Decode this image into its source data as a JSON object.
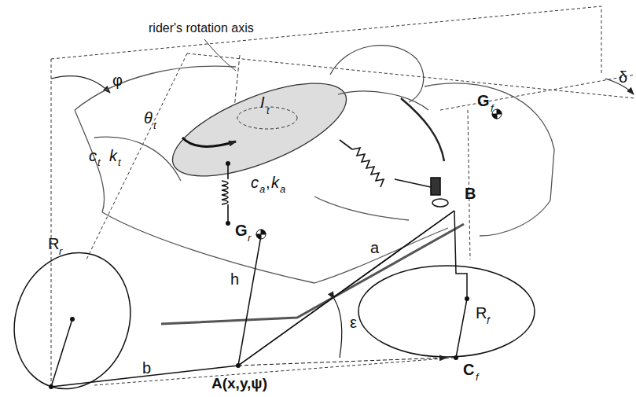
{
  "diagram": {
    "labels": [
      "rider's rotation axis",
      "φ",
      "δ",
      "I",
      "t",
      "θ",
      "t",
      "c",
      "t",
      "k",
      "t",
      "c",
      "a",
      ",",
      "k",
      "a",
      "G",
      "r",
      "G",
      "f",
      "B",
      "a",
      "h",
      "b",
      "ε",
      "R",
      "r",
      "R",
      "f",
      "C",
      "f",
      "A(x,y,ψ)"
    ]
  }
}
